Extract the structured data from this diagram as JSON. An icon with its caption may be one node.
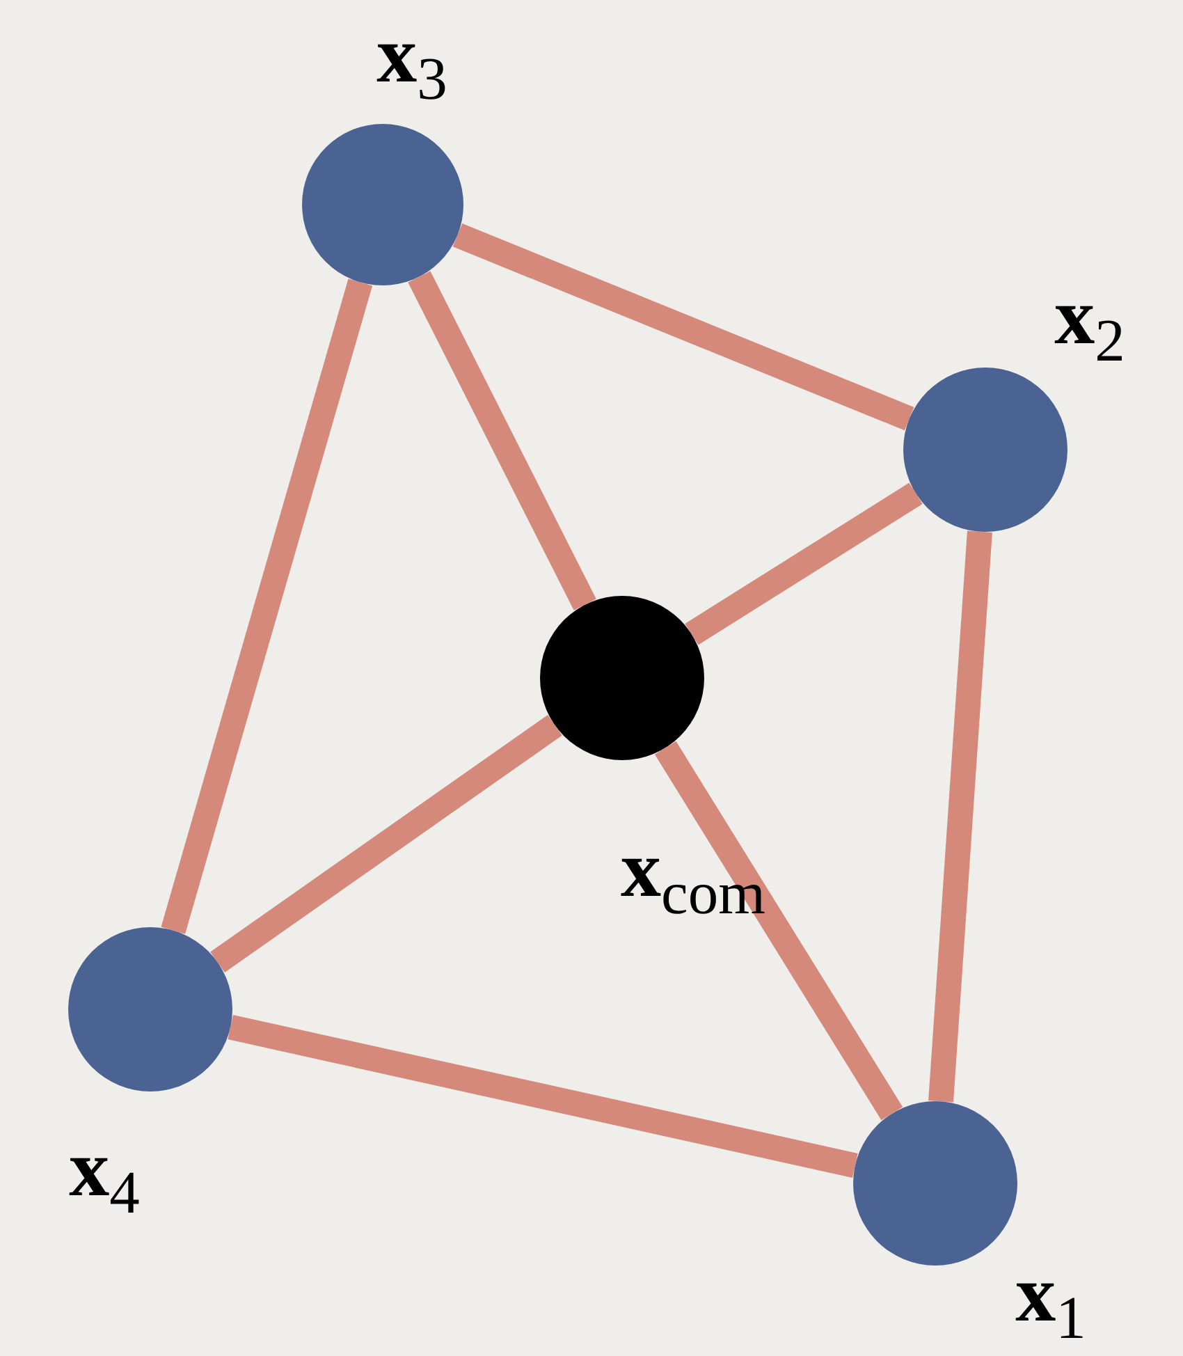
{
  "diagram": {
    "nodes": [
      {
        "text": [],
        "shape": "circle",
        "beside": [
          "**x**$_{3}$"
        ]
      },
      {
        "text": [],
        "shape": "circle",
        "beside": [
          "**x**$_{2}$"
        ]
      },
      {
        "text": [],
        "shape": "circle",
        "beside": [
          "**x**$_{com}$"
        ]
      },
      {
        "text": [],
        "shape": "circle",
        "beside": [
          "**x**$_{4}$"
        ]
      },
      {
        "text": [],
        "shape": "circle",
        "beside": [
          "**x**$_{1}$"
        ]
      }
    ],
    "edges": [
      {
        "from": 0,
        "to": 1,
        "arrow": "none"
      },
      {
        "from": 0,
        "to": 2,
        "arrow": "none"
      },
      {
        "from": 0,
        "to": 3,
        "arrow": "none"
      },
      {
        "from": 1,
        "to": 2,
        "arrow": "none"
      },
      {
        "from": 1,
        "to": 4,
        "arrow": "none"
      },
      {
        "from": 2,
        "to": 3,
        "arrow": "none"
      },
      {
        "from": 2,
        "to": 4,
        "arrow": "none"
      },
      {
        "from": 3,
        "to": 4,
        "arrow": "none"
      }
    ]
  }
}
